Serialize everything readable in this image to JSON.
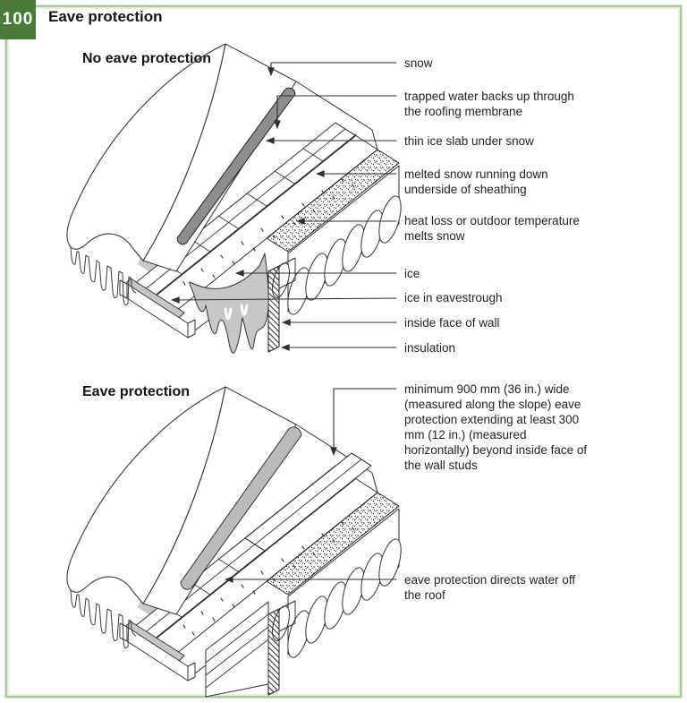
{
  "header": {
    "figure_number": "100",
    "title": "Eave protection"
  },
  "figures": [
    {
      "heading": "No eave protection",
      "labels": [
        "snow",
        "trapped water backs up through the roofing membrane",
        "thin ice slab under snow",
        "melted snow running down underside of sheathing",
        "heat loss or outdoor temperature melts snow",
        "ice",
        "ice in eavestrough",
        "inside face of wall",
        "insulation"
      ]
    },
    {
      "heading": "Eave protection",
      "labels": [
        "minimum 900 mm (36 in.) wide (measured along the slope) eave protection extending at least 300 mm (12 in.) (measured horizontally) beyond inside face of the wall studs",
        "eave protection directs water off the roof"
      ]
    }
  ],
  "colors": {
    "accent_green": "#4a7a38",
    "frame_green": "#a9c79a",
    "ice_gray": "#c6c6c6",
    "slab_gray": "#8e8e8e",
    "line": "#2e2e2e"
  }
}
